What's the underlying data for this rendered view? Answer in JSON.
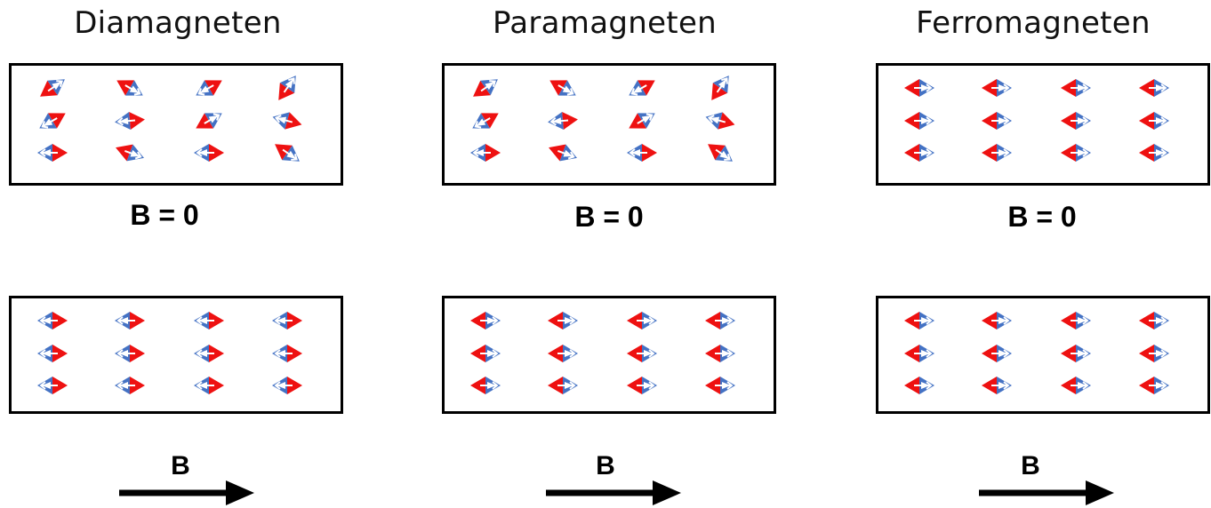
{
  "colors": {
    "red": "#ee1111",
    "blue": "#4472c4",
    "black": "#000000"
  },
  "panels": [
    {
      "title": "Diamagneten",
      "zero_label": "B = 0",
      "field_label": "B",
      "zero_field_angles_deg": [
        [
          -145,
          150,
          30,
          -125
        ],
        [
          30,
          5,
          -150,
          -15
        ],
        [
          0,
          160,
          0,
          145
        ]
      ],
      "applied_field_angles_deg": [
        [
          0,
          0,
          0,
          0
        ],
        [
          0,
          0,
          0,
          0
        ],
        [
          0,
          0,
          0,
          0
        ]
      ]
    },
    {
      "title": "Paramagneten",
      "zero_label": "B = 0",
      "field_label": "B",
      "zero_field_angles_deg": [
        [
          -145,
          150,
          30,
          -125
        ],
        [
          30,
          5,
          -150,
          -15
        ],
        [
          0,
          160,
          0,
          145
        ]
      ],
      "applied_field_angles_deg": [
        [
          180,
          180,
          180,
          180
        ],
        [
          180,
          180,
          180,
          180
        ],
        [
          180,
          180,
          180,
          180
        ]
      ]
    },
    {
      "title": "Ferromagneten",
      "zero_label": "B = 0",
      "field_label": "B",
      "zero_field_angles_deg": [
        [
          180,
          180,
          180,
          180
        ],
        [
          180,
          180,
          180,
          180
        ],
        [
          180,
          180,
          180,
          180
        ]
      ],
      "applied_field_angles_deg": [
        [
          180,
          180,
          180,
          180
        ],
        [
          180,
          180,
          180,
          180
        ],
        [
          180,
          180,
          180,
          180
        ]
      ]
    }
  ]
}
